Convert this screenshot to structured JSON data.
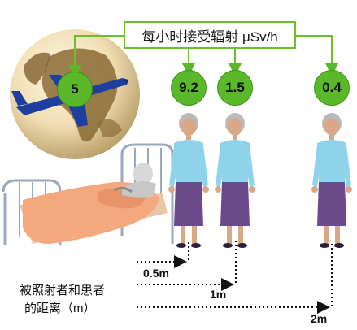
{
  "title": "每小时接受辐射 μSv/h",
  "values": [
    {
      "label": "5"
    },
    {
      "label": "9.2"
    },
    {
      "label": "1.5"
    },
    {
      "label": "0.4"
    }
  ],
  "distances": [
    "0.5m",
    "1m",
    "2m"
  ],
  "side_label": {
    "line1": "被照射者和患者",
    "line2": "的距离（m）"
  },
  "colors": {
    "green": "#5bb82a",
    "green_border": "#6bbf2e",
    "shirt": "#8fd3ea",
    "skirt": "#6a4a8a",
    "plane": "#1e3fa0"
  }
}
